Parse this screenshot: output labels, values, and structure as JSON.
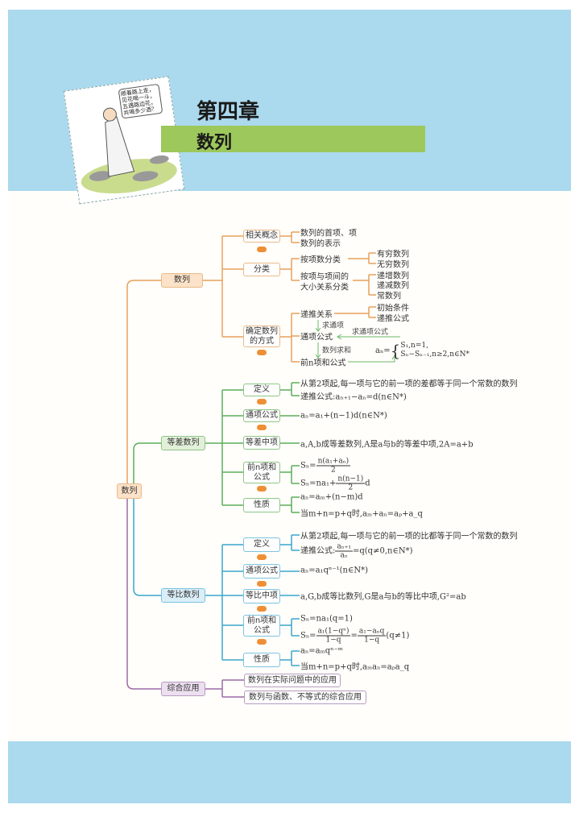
{
  "header": {
    "chapter": "第四章",
    "title": "数列",
    "illustration_speech": "顺着路上走，见花喝一斗，五遇路边花，共喝多少酒？"
  },
  "colors": {
    "band": "#abd9ee",
    "banner": "#9dc85c",
    "orange": "#e8a05a",
    "green": "#5cae5a",
    "blue": "#3aa6cc",
    "purple": "#9b6aa8",
    "badge": "#ee8f35"
  },
  "root": "数列",
  "seq": {
    "label": "数列",
    "concept": {
      "label": "相关概念",
      "items": [
        "数列的首项、项",
        "数列的表示"
      ]
    },
    "classify": {
      "label": "分类",
      "by_count": "按项数分类",
      "count_items": [
        "有穷数列",
        "无穷数列"
      ],
      "by_size": [
        "按项与项间的",
        "大小关系分类"
      ],
      "size_items": [
        "递增数列",
        "递减数列",
        "常数列"
      ]
    },
    "determine": {
      "label": [
        "确定数列",
        "的方式"
      ],
      "recursive": "递推关系",
      "recursive_items": [
        "初始条件",
        "递推公式"
      ],
      "arrow1": "求通项",
      "general": "通项公式",
      "arrow_back": "求通项公式",
      "arrow2": "数列求和",
      "sum": "前n项和公式",
      "formula_lhs": "aₙ=",
      "formula_case1": "S₁,n=1,",
      "formula_case2": "Sₙ−Sₙ₋₁,n≥2,n∈N*"
    }
  },
  "arith": {
    "label": "等差数列",
    "def": {
      "label": "定义",
      "items": [
        "从第2项起,每一项与它的前一项的差都等于同一个常数的数列",
        "递推公式:aₙ₊₁−aₙ=d(n∈N*)"
      ]
    },
    "general": {
      "label": "通项公式",
      "item": "aₙ=a₁+(n−1)d(n∈N*)"
    },
    "middle": {
      "label": "等差中项",
      "item": "a,A,b成等差数列,A是a与b的等差中项,2A=a+b"
    },
    "sum": {
      "label": [
        "前n项和",
        "公式"
      ],
      "f1_lhs": "Sₙ=",
      "f1_num": "n(a₁+aₙ)",
      "f1_den": "2",
      "f2_lhs": "Sₙ=na₁+",
      "f2_num": "n(n−1)",
      "f2_den": "2",
      "f2_tail": "d"
    },
    "prop": {
      "label": "性质",
      "items": [
        "aₙ=aₘ+(n−m)d",
        "当m+n=p+q时,aₘ+aₙ=aₚ+a_q"
      ]
    }
  },
  "geo": {
    "label": "等比数列",
    "def": {
      "label": "定义",
      "item1": "从第2项起,每一项与它的前一项的比都等于同一个常数的数列",
      "f_prefix": "递推公式:",
      "f_num": "aₙ₊₁",
      "f_den": "aₙ",
      "f_tail": "=q(q≠0,n∈N*)"
    },
    "general": {
      "label": "通项公式",
      "item": "aₙ=a₁qⁿ⁻¹(n∈N*)"
    },
    "middle": {
      "label": "等比中项",
      "item": "a,G,b成等比数列,G是a与b的等比中项,G²=ab"
    },
    "sum": {
      "label": [
        "前n项和",
        "公式"
      ],
      "f1": "Sₙ=na₁(q=1)",
      "f2_lhs": "Sₙ=",
      "f2_num1": "a₁(1−qⁿ)",
      "f2_den1": "1−q",
      "f2_eq": "=",
      "f2_num2": "a₁−aₙq",
      "f2_den2": "1−q",
      "f2_tail": "(q≠1)"
    },
    "prop": {
      "label": "性质",
      "items": [
        "aₙ=aₘqⁿ⁻ᵐ",
        "当m+n=p+q时,aₘaₙ=aₚa_q"
      ]
    }
  },
  "apply": {
    "label": "综合应用",
    "items": [
      "数列在实际问题中的应用",
      "数列与函数、不等式的综合应用"
    ]
  }
}
